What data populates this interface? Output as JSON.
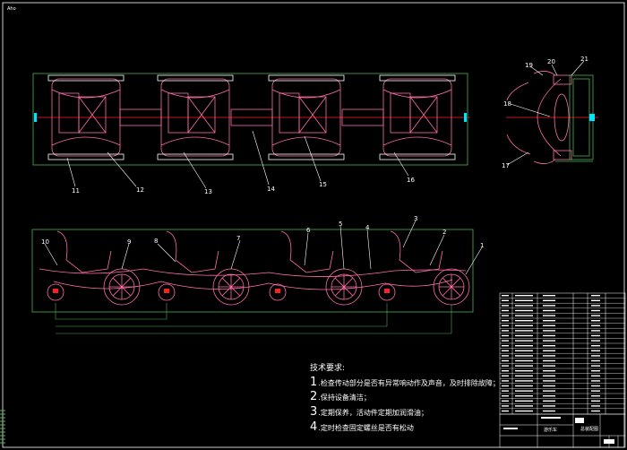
{
  "corner_tag": "Aho",
  "callouts_top": [
    "11",
    "12",
    "13",
    "14",
    "15",
    "16"
  ],
  "callouts_side": [
    "17",
    "18",
    "19",
    "20",
    "21"
  ],
  "callouts_bottom": [
    "10",
    "9",
    "8",
    "7",
    "6",
    "5",
    "4",
    "3",
    "2",
    "1"
  ],
  "requirements": {
    "title": "技术要求:",
    "items": [
      {
        "num": "1",
        "text": ".检查传动部分是否有异常响动作及声音，及时排除故障；"
      },
      {
        "num": "2",
        "text": ".保持设备清洁；"
      },
      {
        "num": "3",
        "text": ".定期保养，活动件定期加润滑油；"
      },
      {
        "num": "4",
        "text": ".定时检查固定螺丝是否有松动"
      }
    ]
  },
  "title_block": {
    "label_a": "游乐车",
    "label_b": "总装配图"
  },
  "colors": {
    "background": "#000000",
    "frame_white": "#ffffff",
    "part_pink": "#ff6fa8",
    "dimension_green": "#4caf50",
    "center_red": "#ff2020",
    "cyan": "#00e5ff"
  }
}
